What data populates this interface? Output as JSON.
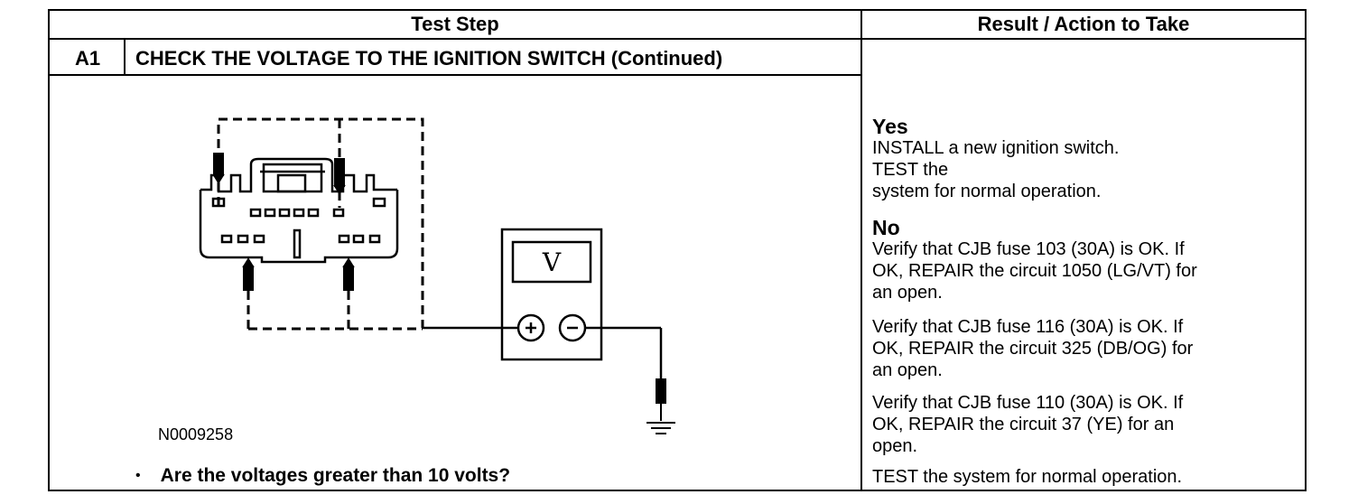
{
  "header": {
    "test_step": "Test Step",
    "result_action": "Result / Action to Take"
  },
  "step": {
    "id": "A1",
    "title": "CHECK THE VOLTAGE TO THE IGNITION SWITCH (Continued)",
    "figure_id": "N0009258",
    "question": "Are the voltages greater than 10 volts?",
    "meter_symbol": "V"
  },
  "results": {
    "yes_label": "Yes",
    "yes_lines": [
      "INSTALL a new ignition switch.",
      "TEST the",
      "system for normal operation."
    ],
    "no_label": "No",
    "no_items": [
      [
        "Verify that CJB fuse 103 (30A) is OK. If",
        "OK, REPAIR the circuit 1050 (LG/VT) for",
        "an open."
      ],
      [
        "Verify that CJB fuse 116 (30A) is OK. If",
        "OK, REPAIR the circuit 325 (DB/OG) for",
        "an open."
      ],
      [
        "Verify that CJB fuse 110 (30A) is OK. If",
        "OK, REPAIR the circuit 37 (YE) for an",
        "open."
      ]
    ],
    "final": "TEST the system for normal operation."
  }
}
